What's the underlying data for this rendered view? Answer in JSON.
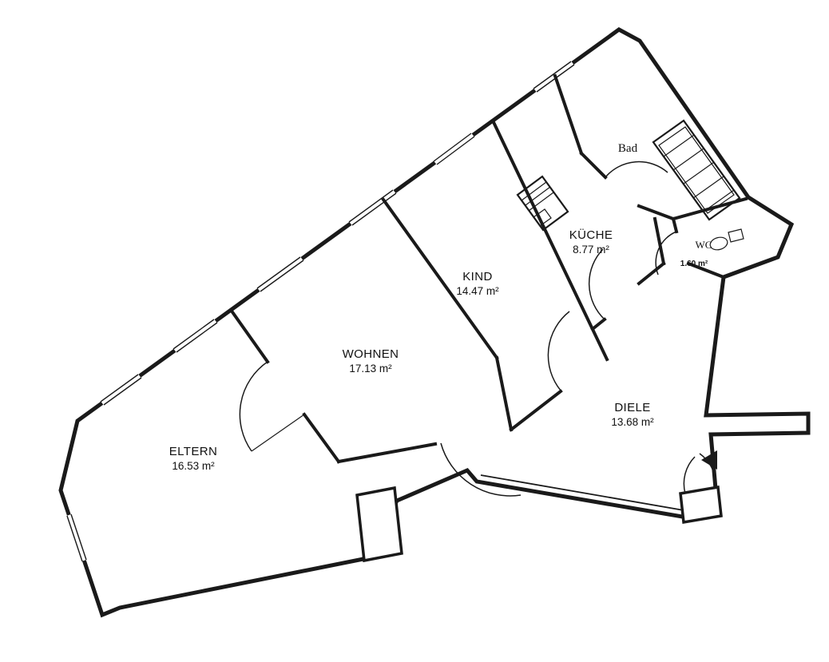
{
  "floorplan": {
    "background": "#ffffff",
    "ink_color": "#1a1a1a",
    "rooms": [
      {
        "id": "eltern",
        "label": "ELTERN",
        "area": "16.53 m²"
      },
      {
        "id": "wohnen",
        "label": "WOHNEN",
        "area": "17.13 m²"
      },
      {
        "id": "kind",
        "label": "KIND",
        "area": "14.47 m²"
      },
      {
        "id": "kueche",
        "label": "KÜCHE",
        "area": "8.77 m²"
      },
      {
        "id": "diele",
        "label": "DIELE",
        "area": "13.68 m²"
      },
      {
        "id": "bad",
        "label": "Bad",
        "area": ""
      },
      {
        "id": "wc",
        "label": "WC",
        "area": "1.60 m²"
      }
    ],
    "fixtures": [
      {
        "id": "bathtub",
        "icon": "bathtub-icon"
      },
      {
        "id": "stove",
        "icon": "stove-icon"
      },
      {
        "id": "toilet",
        "icon": "toilet-icon"
      },
      {
        "id": "entrance-marker",
        "icon": "entrance-arrow-icon"
      }
    ]
  }
}
